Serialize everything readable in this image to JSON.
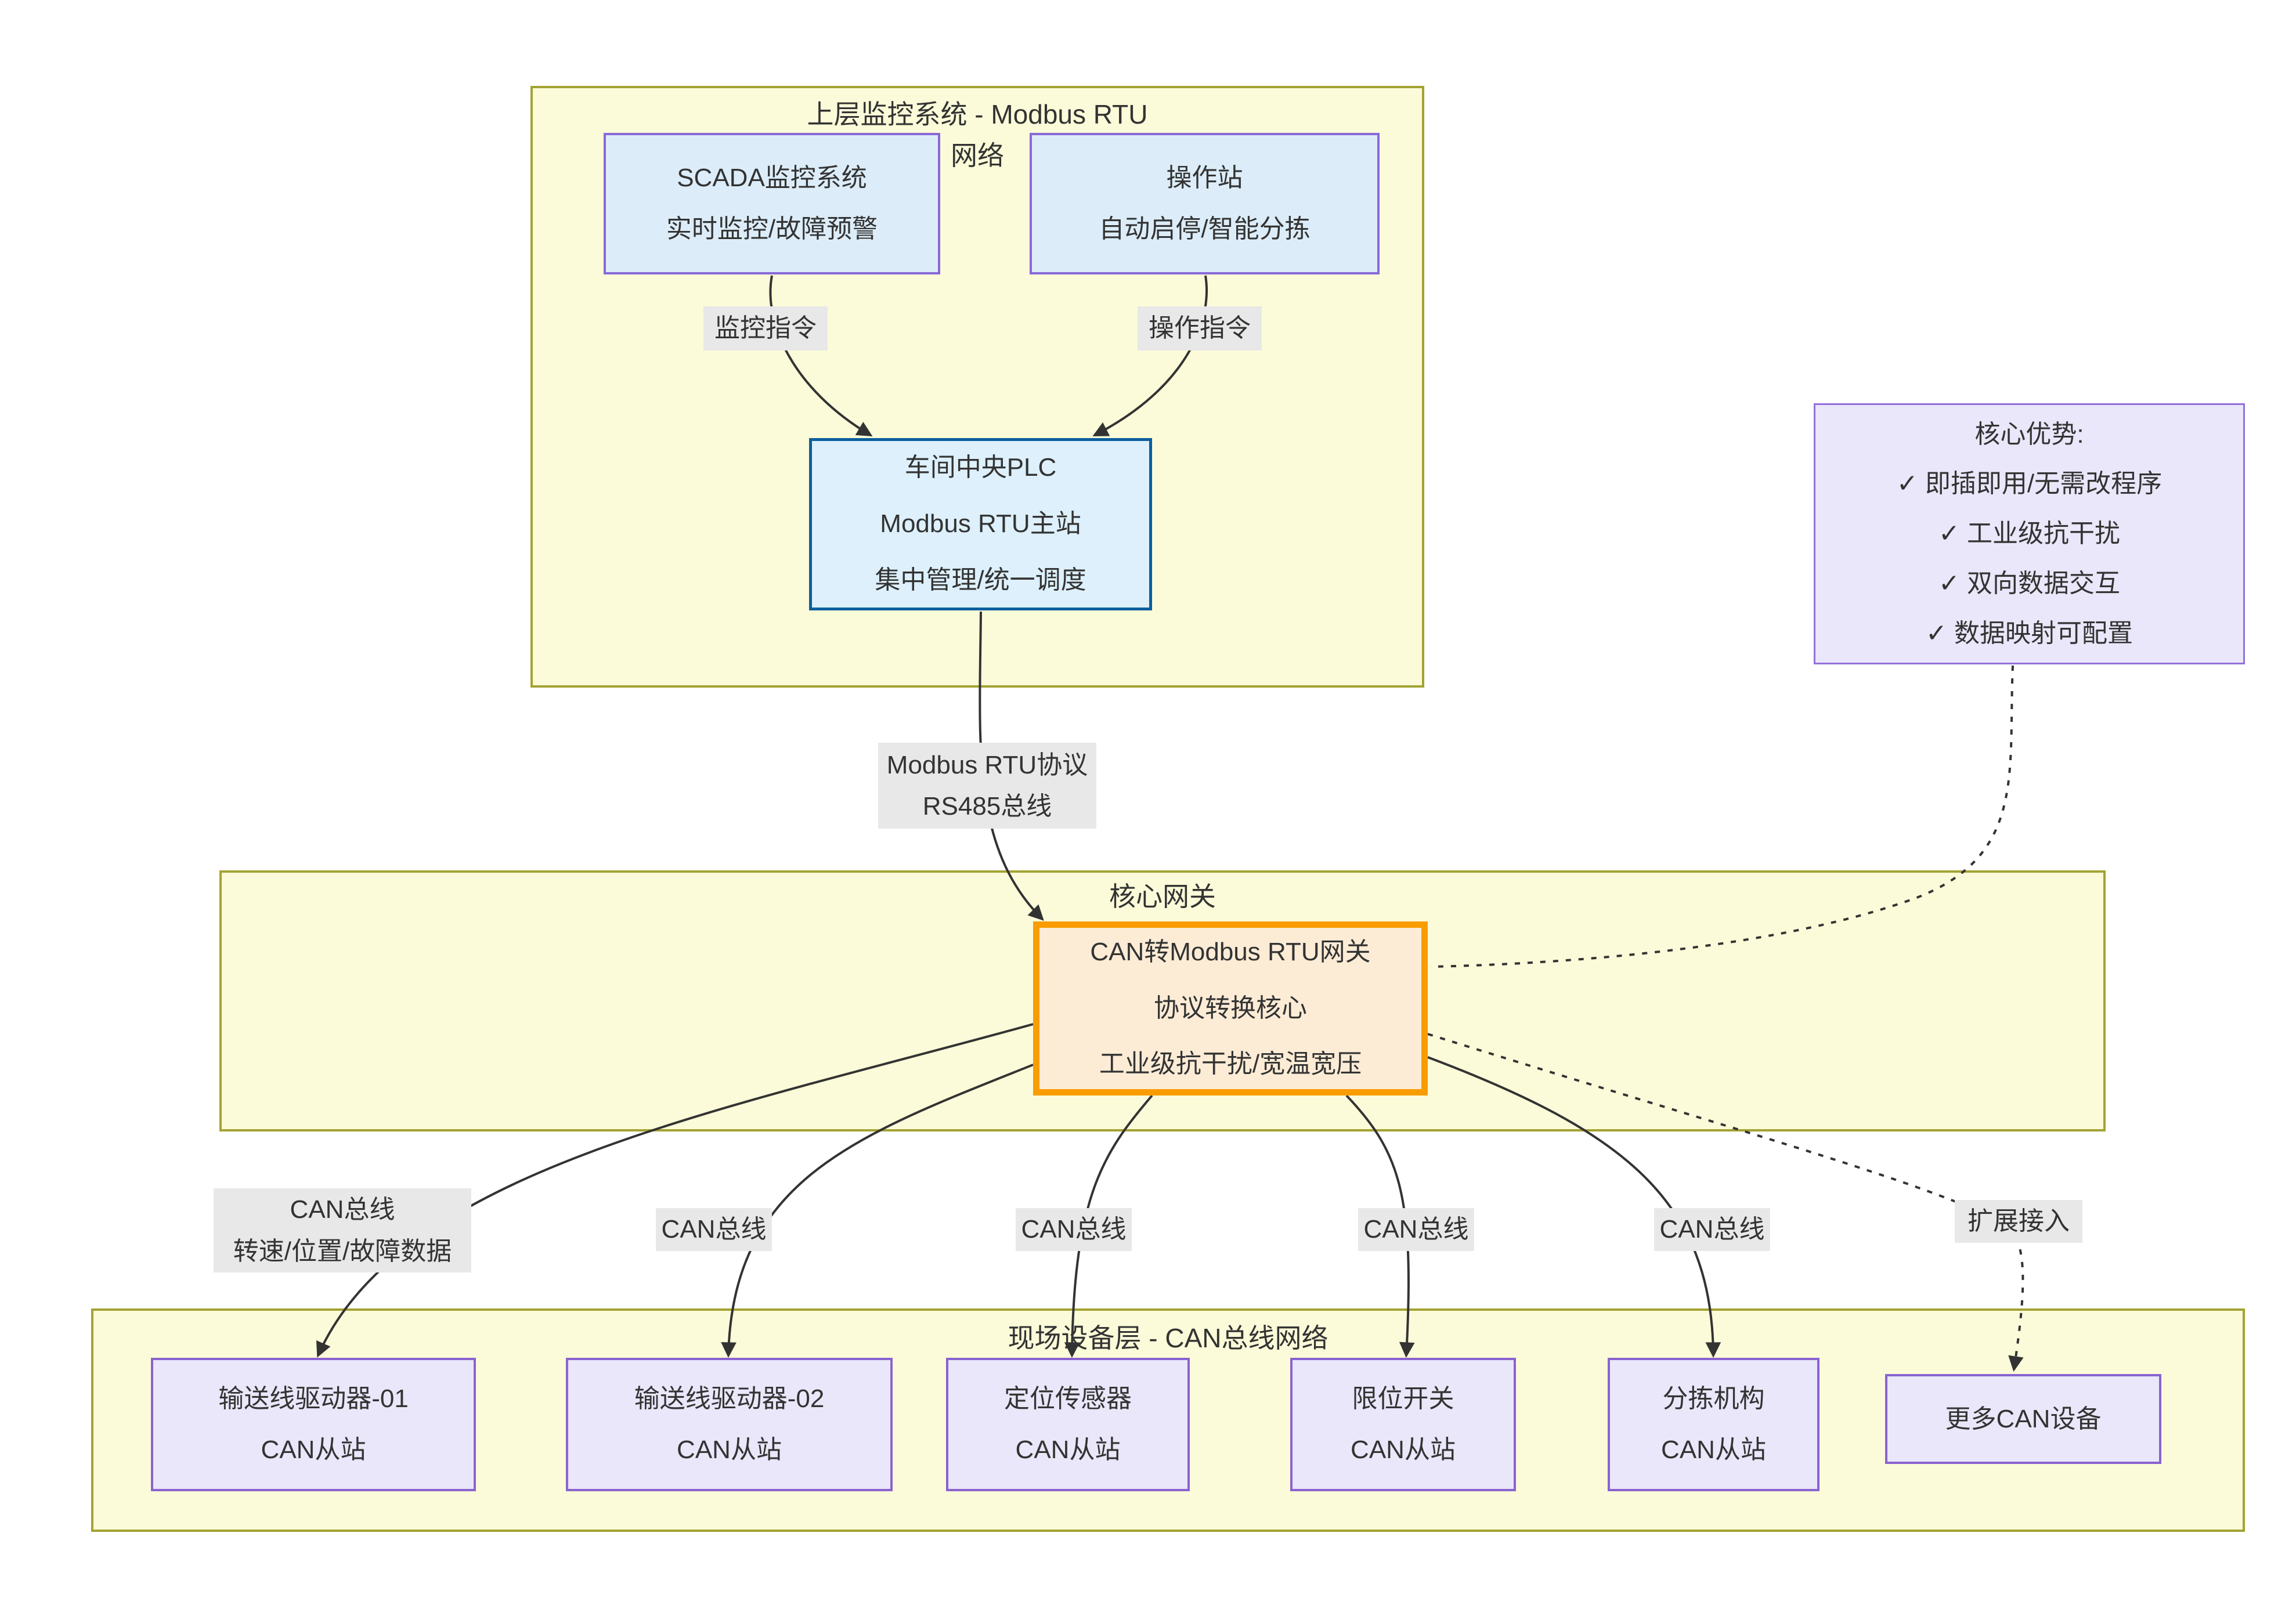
{
  "diagram": {
    "clusters": {
      "upper": {
        "title_line1": "上层监控系统 - Modbus RTU",
        "title_line2": "网络"
      },
      "core_gateway": {
        "title": "核心网关"
      },
      "field_layer": {
        "title": "现场设备层 - CAN总线网络"
      }
    },
    "nodes": {
      "scada": {
        "line1": "SCADA监控系统",
        "line2": "实时监控/故障预警"
      },
      "operator_station": {
        "line1": "操作站",
        "line2": "自动启停/智能分拣"
      },
      "plc": {
        "line1": "车间中央PLC",
        "line2": "Modbus RTU主站",
        "line3": "集中管理/统一调度"
      },
      "advantages": {
        "title": "核心优势:",
        "items": [
          "✓ 即插即用/无需改程序",
          "✓ 工业级抗干扰",
          "✓ 双向数据交互",
          "✓ 数据映射可配置"
        ]
      },
      "gateway": {
        "line1": "CAN转Modbus RTU网关",
        "line2": "协议转换核心",
        "line3": "工业级抗干扰/宽温宽压"
      },
      "driver1": {
        "line1": "输送线驱动器-01",
        "line2": "CAN从站"
      },
      "driver2": {
        "line1": "输送线驱动器-02",
        "line2": "CAN从站"
      },
      "position_sensor": {
        "line1": "定位传感器",
        "line2": "CAN从站"
      },
      "limit_switch": {
        "line1": "限位开关",
        "line2": "CAN从站"
      },
      "sorting_mech": {
        "line1": "分拣机构",
        "line2": "CAN从站"
      },
      "more_devices": {
        "line1": "更多CAN设备"
      }
    },
    "edge_labels": {
      "monitor_cmd": "监控指令",
      "operate_cmd": "操作指令",
      "modbus_line1": "Modbus RTU协议",
      "modbus_line2": "RS485总线",
      "can1_line1": "CAN总线",
      "can1_line2": "转速/位置/故障数据",
      "can2": "CAN总线",
      "can3": "CAN总线",
      "can4": "CAN总线",
      "can5": "CAN总线",
      "expand": "扩展接入"
    },
    "colors": {
      "cluster_fill": "#fbfbd9",
      "cluster_border": "#a3a333",
      "blue_fill": "#dcedf9",
      "blue_border": "#8a68d8",
      "plc_fill": "#ddf0fb",
      "plc_border": "#0b5e9d",
      "gateway_fill": "#fcecd6",
      "gateway_border": "#f89c00",
      "device_fill": "#e9e7f9",
      "device_border": "#8a63d0",
      "note_fill": "#e9e7f9",
      "note_border": "#9370db",
      "edge_label_bg": "#e8e8e8",
      "line": "#333333"
    }
  }
}
